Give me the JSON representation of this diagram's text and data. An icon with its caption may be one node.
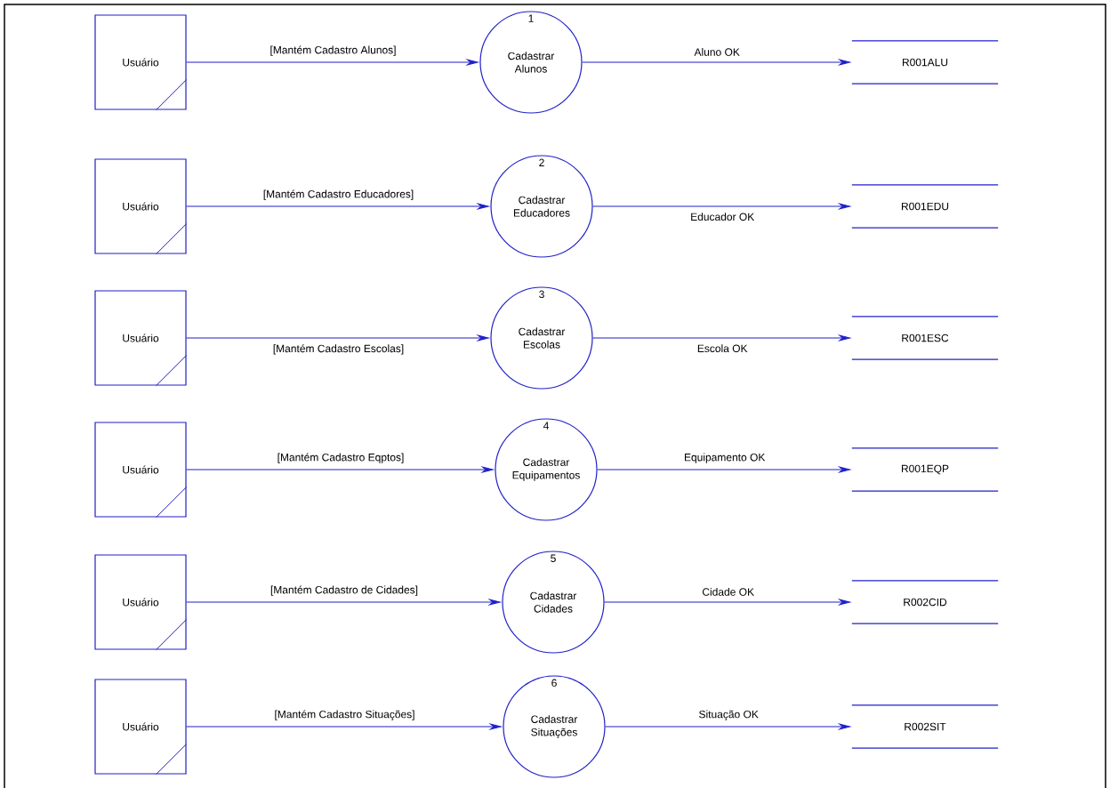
{
  "diagram": {
    "nodes": [
      {
        "text": [
          "Usuário"
        ]
      },
      {
        "text": [
          "1",
          "Cadastrar Alunos"
        ]
      },
      {
        "text": [
          "R001ALU"
        ]
      },
      {
        "text": [
          "Usuário"
        ]
      },
      {
        "text": [
          "2",
          "Cadastrar Educadores"
        ]
      },
      {
        "text": [
          "R001EDU"
        ]
      },
      {
        "text": [
          "Usuário"
        ]
      },
      {
        "text": [
          "3",
          "Cadastrar Escolas"
        ]
      },
      {
        "text": [
          "R001ESC"
        ]
      },
      {
        "text": [
          "Usuário"
        ]
      },
      {
        "text": [
          "4",
          "Cadastrar Equipamentos"
        ]
      },
      {
        "text": [
          "R001EQP"
        ]
      },
      {
        "text": [
          "Usuário"
        ]
      },
      {
        "text": [
          "5",
          "Cadastrar Cidades"
        ]
      },
      {
        "text": [
          "R002CID"
        ]
      },
      {
        "text": [
          "Usuário"
        ]
      },
      {
        "text": [
          "6",
          "Cadastrar Situações"
        ]
      },
      {
        "text": [
          "R002SIT"
        ]
      }
    ],
    "edges": [
      {
        "from": 0,
        "to": 1,
        "arrow": "to",
        "label": "[Mantém Cadastro Alunos]"
      },
      {
        "from": 1,
        "to": 2,
        "arrow": "to",
        "label": "Aluno OK"
      },
      {
        "from": 3,
        "to": 4,
        "arrow": "to",
        "label": "[Mantém Cadastro Educadores]"
      },
      {
        "from": 4,
        "to": 5,
        "arrow": "to",
        "label": "Educador OK"
      },
      {
        "from": 6,
        "to": 7,
        "arrow": "to",
        "label": "[Mantém Cadastro Escolas]"
      },
      {
        "from": 7,
        "to": 8,
        "arrow": "to",
        "label": "Escola OK"
      },
      {
        "from": 9,
        "to": 10,
        "arrow": "to",
        "label": "[Mantém Cadastro Eqptos]"
      },
      {
        "from": 10,
        "to": 11,
        "arrow": "to",
        "label": "Equipamento OK"
      },
      {
        "from": 12,
        "to": 13,
        "arrow": "to",
        "label": "[Mantém Cadastro de Cidades]"
      },
      {
        "from": 13,
        "to": 14,
        "arrow": "to",
        "label": "Cidade OK"
      },
      {
        "from": 15,
        "to": 16,
        "arrow": "to",
        "label": "[Mantém Cadastro Situações]"
      },
      {
        "from": 16,
        "to": 17,
        "arrow": "to",
        "label": "Situação OK"
      }
    ]
  }
}
